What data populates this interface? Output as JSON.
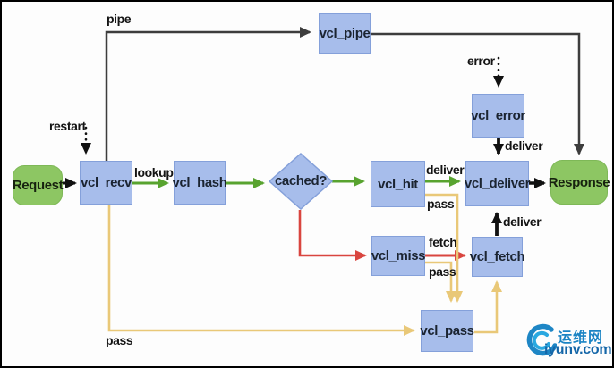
{
  "diagram": {
    "nodes": {
      "request": "Request",
      "vcl_recv": "vcl_recv",
      "vcl_hash": "vcl_hash",
      "cached": "cached?",
      "vcl_hit": "vcl_hit",
      "vcl_deliver": "vcl_deliver",
      "response": "Response",
      "vcl_pipe": "vcl_pipe",
      "vcl_error": "vcl_error",
      "vcl_miss": "vcl_miss",
      "vcl_fetch": "vcl_fetch",
      "vcl_pass": "vcl_pass"
    },
    "edge_labels": {
      "pipe": "pipe",
      "restart": "restart",
      "lookup": "lookup",
      "error": "error",
      "fetch": "fetch",
      "deliver_hit": "deliver",
      "deliver_error": "deliver",
      "deliver_fetch": "deliver",
      "pass_hit": "pass",
      "pass_miss": "pass",
      "pass_recv": "pass"
    },
    "colors": {
      "process_fill": "#a7bdeb",
      "process_border": "#84a0da",
      "terminal_fill": "#8dc663",
      "flow_black": "#111111",
      "flow_pipe_gray": "#3d3d3d",
      "flow_green": "#58a32f",
      "flow_red": "#d9453f",
      "flow_yellow": "#e9c878"
    }
  },
  "watermark": {
    "site_name": "运维网",
    "site_url": "iyunv.com",
    "logo": "wave-swirl-logo",
    "color_primary": "#1b84c4",
    "color_secondary": "#1466a8"
  }
}
